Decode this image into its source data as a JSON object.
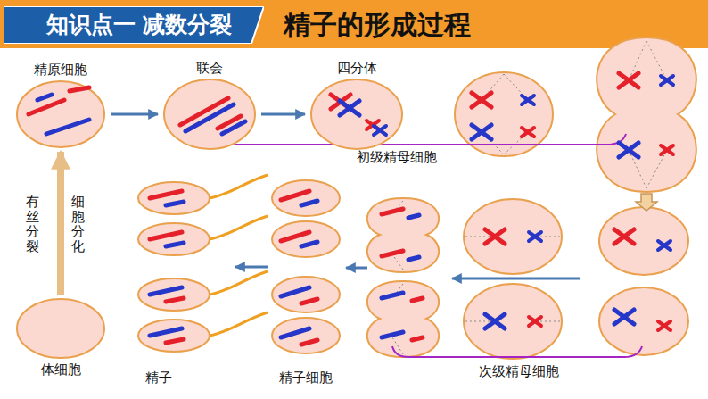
{
  "diagram": {
    "title": "精子的形成过程",
    "nodes": [
      {
        "text": [
          "知识点一 减数分裂"
        ]
      },
      {
        "text": [
          "精原细胞"
        ]
      },
      {
        "text": [
          "联会"
        ]
      },
      {
        "text": [
          "四分体"
        ]
      },
      {
        "text": [
          "体细胞"
        ]
      }
    ],
    "edges": [
      {
        "from": 1,
        "to": 2,
        "arrow": "to"
      },
      {
        "from": 2,
        "to": 3,
        "arrow": "to"
      },
      {
        "from": 4,
        "to": 1,
        "arrow": "to"
      }
    ],
    "labels": [
      "初级精母细胞",
      "有丝分裂",
      "细胞分化",
      "精子",
      "精子细胞",
      "次级精母细胞"
    ]
  }
}
